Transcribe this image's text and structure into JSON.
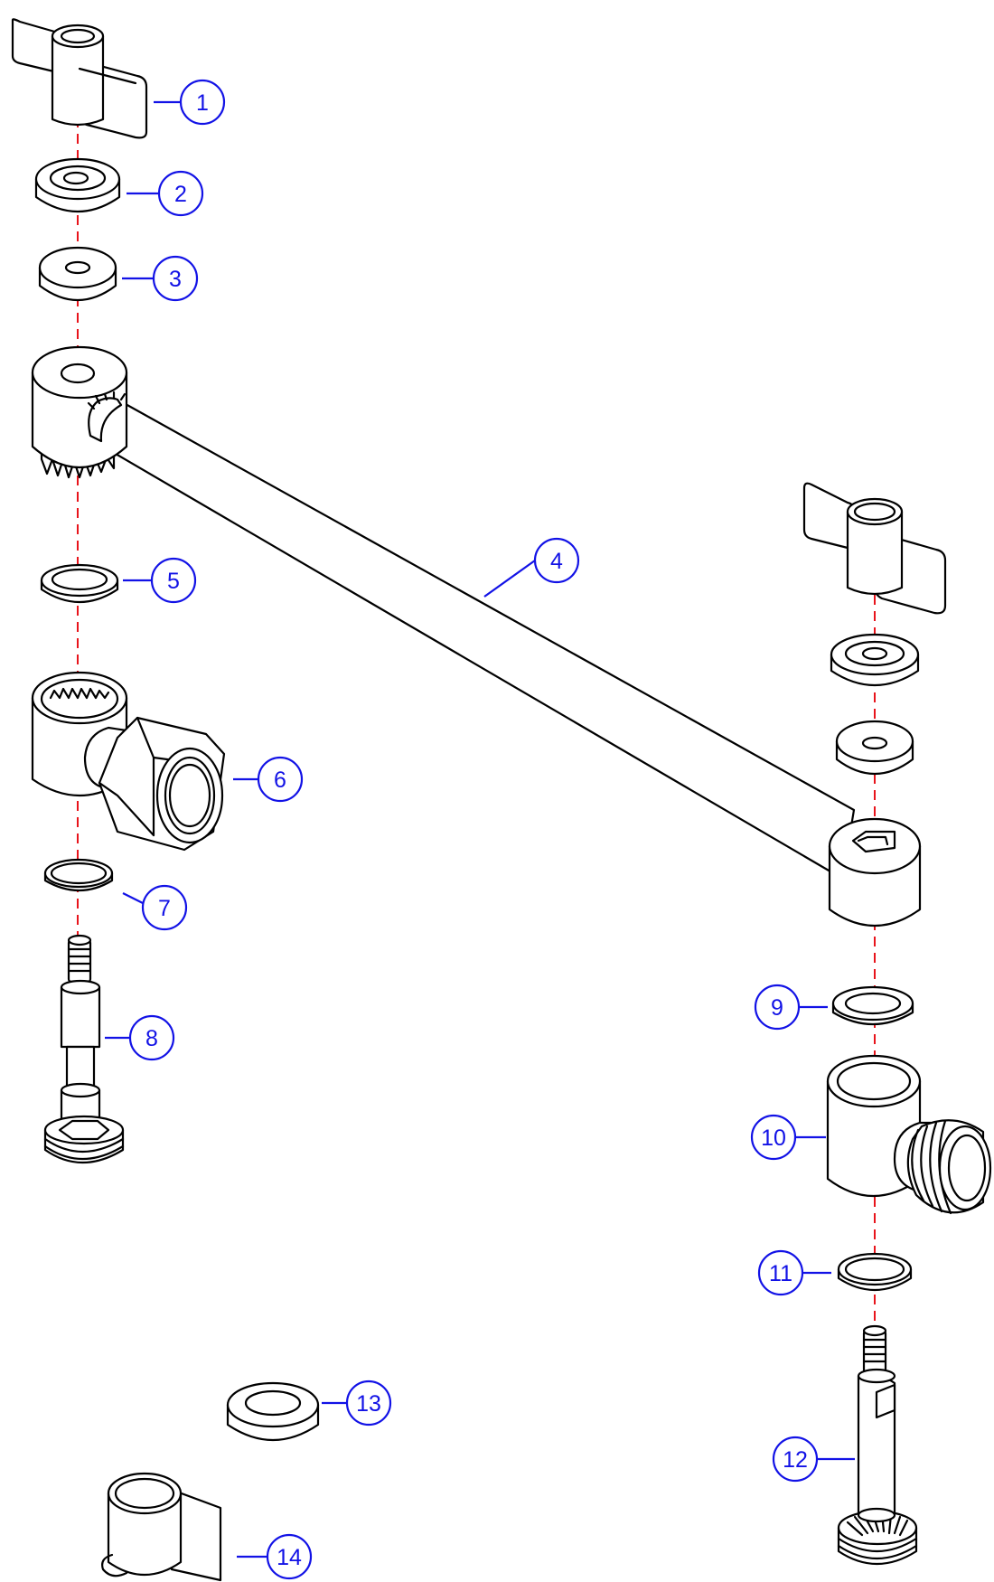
{
  "callouts": [
    {
      "id": "1",
      "label": "1"
    },
    {
      "id": "2",
      "label": "2"
    },
    {
      "id": "3",
      "label": "3"
    },
    {
      "id": "4",
      "label": "4"
    },
    {
      "id": "5",
      "label": "5"
    },
    {
      "id": "6",
      "label": "6"
    },
    {
      "id": "7",
      "label": "7"
    },
    {
      "id": "8",
      "label": "8"
    },
    {
      "id": "9",
      "label": "9"
    },
    {
      "id": "10",
      "label": "10"
    },
    {
      "id": "11",
      "label": "11"
    },
    {
      "id": "12",
      "label": "12"
    },
    {
      "id": "13",
      "label": "13"
    },
    {
      "id": "14",
      "label": "14"
    }
  ],
  "colors": {
    "callout": "#1212e6",
    "center_line": "#e8141b",
    "outline": "#000000",
    "background": "#ffffff"
  }
}
